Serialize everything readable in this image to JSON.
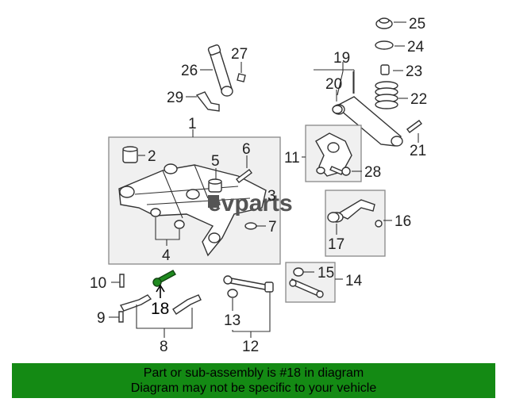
{
  "diagram": {
    "callouts": {
      "c1": "1",
      "c2": "2",
      "c3": "3",
      "c4": "4",
      "c5": "5",
      "c6": "6",
      "c7": "7",
      "c8": "8",
      "c9": "9",
      "c10": "10",
      "c11": "11",
      "c12": "12",
      "c13": "13",
      "c14": "14",
      "c15": "15",
      "c16": "16",
      "c17": "17",
      "c18": "18",
      "c19": "19",
      "c20": "20",
      "c21": "21",
      "c22": "22",
      "c23": "23",
      "c24": "24",
      "c25": "25",
      "c26": "26",
      "c27": "27",
      "c28": "28",
      "c29": "29"
    },
    "highlighted_part": "18",
    "watermark": "evparts",
    "highlight_color": "#1f8a1f"
  },
  "banner": {
    "line1": "Part or sub-assembly is #18 in diagram",
    "line2": "Diagram may not be specific to your vehicle",
    "background": "#148a14"
  }
}
